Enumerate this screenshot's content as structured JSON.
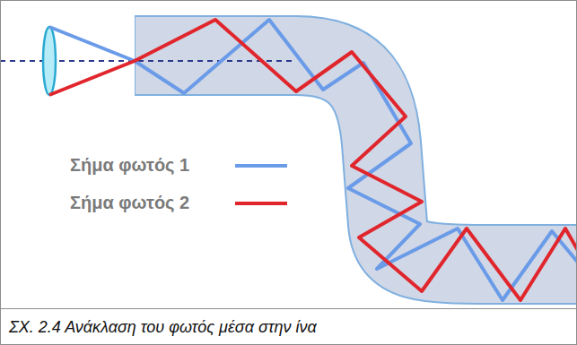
{
  "diagram": {
    "caption": "ΣΧ. 2.4 Ανάκλαση του φωτός μέσα στην ίνα",
    "legend": [
      {
        "text": "Σήμα φωτός 1"
      },
      {
        "text": "Σήμα φωτός 2"
      }
    ]
  }
}
